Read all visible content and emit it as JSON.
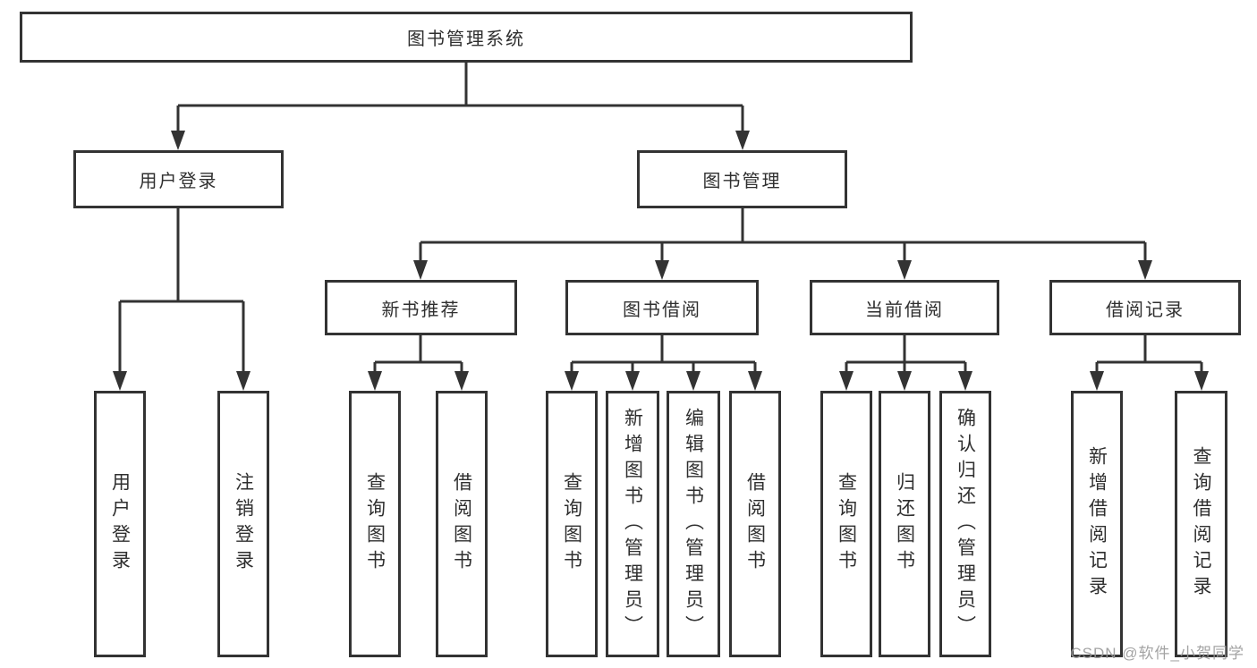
{
  "diagram": {
    "title_node": {
      "label": "图书管理系统"
    },
    "level2": [
      {
        "label": "用户登录"
      },
      {
        "label": "图书管理"
      }
    ],
    "level3": [
      {
        "label": "新书推荐"
      },
      {
        "label": "图书借阅"
      },
      {
        "label": "当前借阅"
      },
      {
        "label": "借阅记录"
      }
    ],
    "leaves": [
      {
        "label": "用户登录",
        "parent": "用户登录"
      },
      {
        "label": "注销登录",
        "parent": "用户登录"
      },
      {
        "label": "查询图书",
        "parent": "新书推荐"
      },
      {
        "label": "借阅图书",
        "parent": "新书推荐"
      },
      {
        "label": "查询图书",
        "parent": "图书借阅"
      },
      {
        "label": "新增图书（管理员）",
        "parent": "图书借阅"
      },
      {
        "label": "编辑图书（管理员）",
        "parent": "图书借阅"
      },
      {
        "label": "借阅图书",
        "parent": "图书借阅"
      },
      {
        "label": "查询图书",
        "parent": "当前借阅"
      },
      {
        "label": "归还图书",
        "parent": "当前借阅"
      },
      {
        "label": "确认归还（管理员）",
        "parent": "当前借阅"
      },
      {
        "label": "新增借阅记录",
        "parent": "借阅记录"
      },
      {
        "label": "查询借阅记录",
        "parent": "借阅记录"
      }
    ],
    "line_color": "#333333",
    "text_color": "#2f2f2f"
  },
  "watermark": {
    "text": "CSDN @软件_小贺同学",
    "color": "#9a9a9a"
  }
}
